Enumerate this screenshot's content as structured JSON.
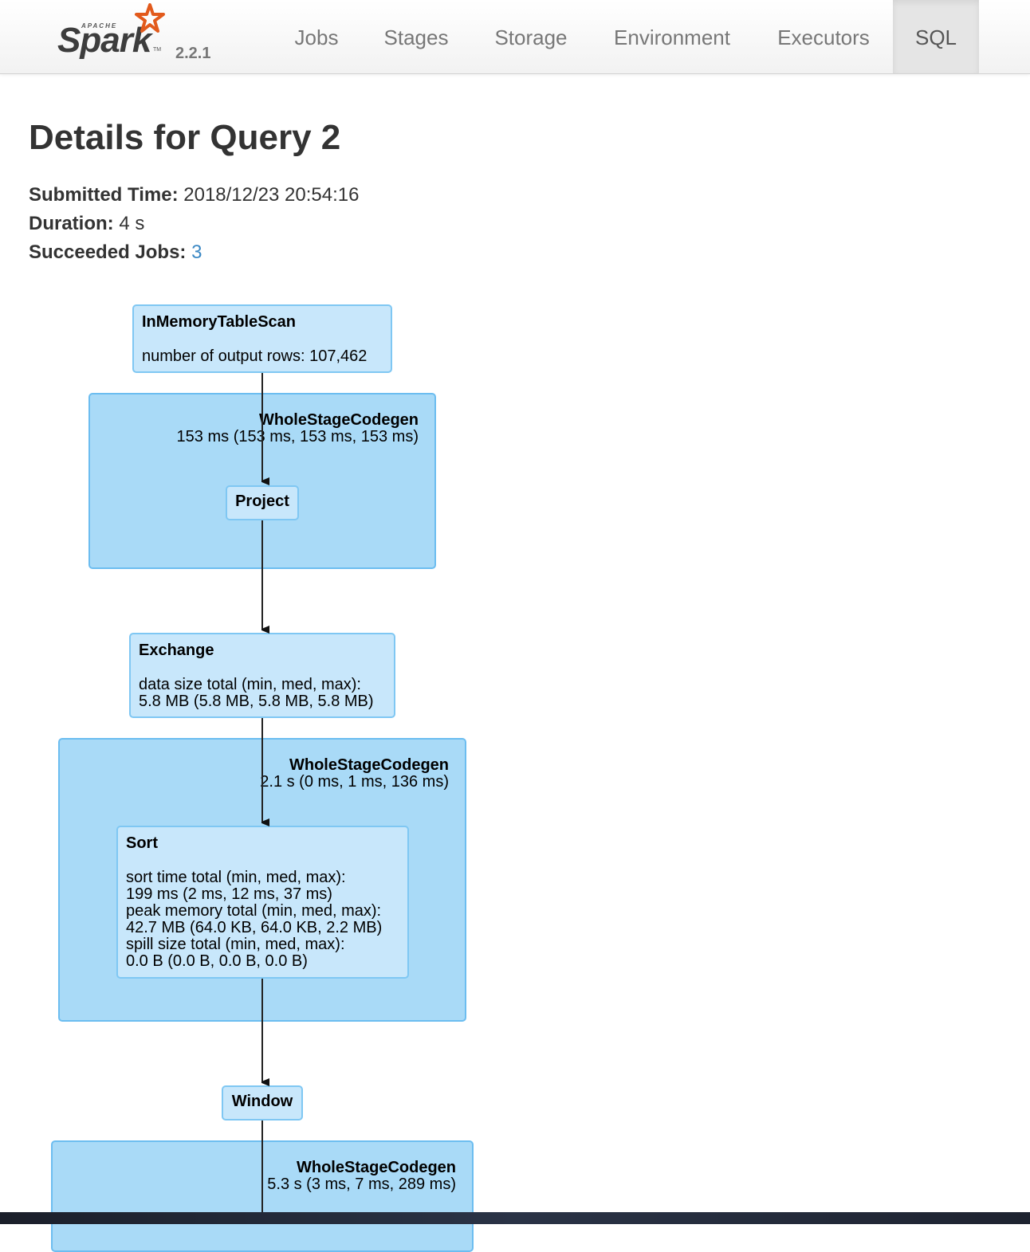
{
  "brand": {
    "apache": "APACHE",
    "name": "Spark",
    "tm": "TM",
    "version": "2.2.1"
  },
  "nav": {
    "items": [
      {
        "label": "Jobs"
      },
      {
        "label": "Stages"
      },
      {
        "label": "Storage"
      },
      {
        "label": "Environment"
      },
      {
        "label": "Executors"
      },
      {
        "label": "SQL",
        "active": true
      }
    ]
  },
  "page": {
    "title": "Details for Query 2",
    "submitted_label": "Submitted Time:",
    "submitted_value": "2018/12/23 20:54:16",
    "duration_label": "Duration:",
    "duration_value": "4 s",
    "jobs_label": "Succeeded Jobs:",
    "jobs_value": "3"
  },
  "plan": {
    "scan": {
      "title": "InMemoryTableScan",
      "line1": "number of output rows: 107,462"
    },
    "wsc1": {
      "name": "WholeStageCodegen",
      "time": "153 ms (153 ms, 153 ms, 153 ms)"
    },
    "project": {
      "title": "Project"
    },
    "exchange": {
      "title": "Exchange",
      "line1": "data size total (min, med, max):",
      "line2": "5.8 MB (5.8 MB, 5.8 MB, 5.8 MB)"
    },
    "wsc2": {
      "name": "WholeStageCodegen",
      "time": "2.1 s (0 ms, 1 ms, 136 ms)"
    },
    "sort": {
      "title": "Sort",
      "line1": "sort time total (min, med, max):",
      "line2": "199 ms (2 ms, 12 ms, 37 ms)",
      "line3": "peak memory total (min, med, max):",
      "line4": "42.7 MB (64.0 KB, 64.0 KB, 2.2 MB)",
      "line5": "spill size total (min, med, max):",
      "line6": "0.0 B (0.0 B, 0.0 B, 0.0 B)"
    },
    "window": {
      "title": "Window"
    },
    "wsc3": {
      "name": "WholeStageCodegen",
      "time": "5.3 s (3 ms, 7 ms, 289 ms)"
    }
  },
  "colors": {
    "cluster_fill": "#a9daf7",
    "node_fill": "#c8e7fb",
    "link": "#3b88c4"
  }
}
